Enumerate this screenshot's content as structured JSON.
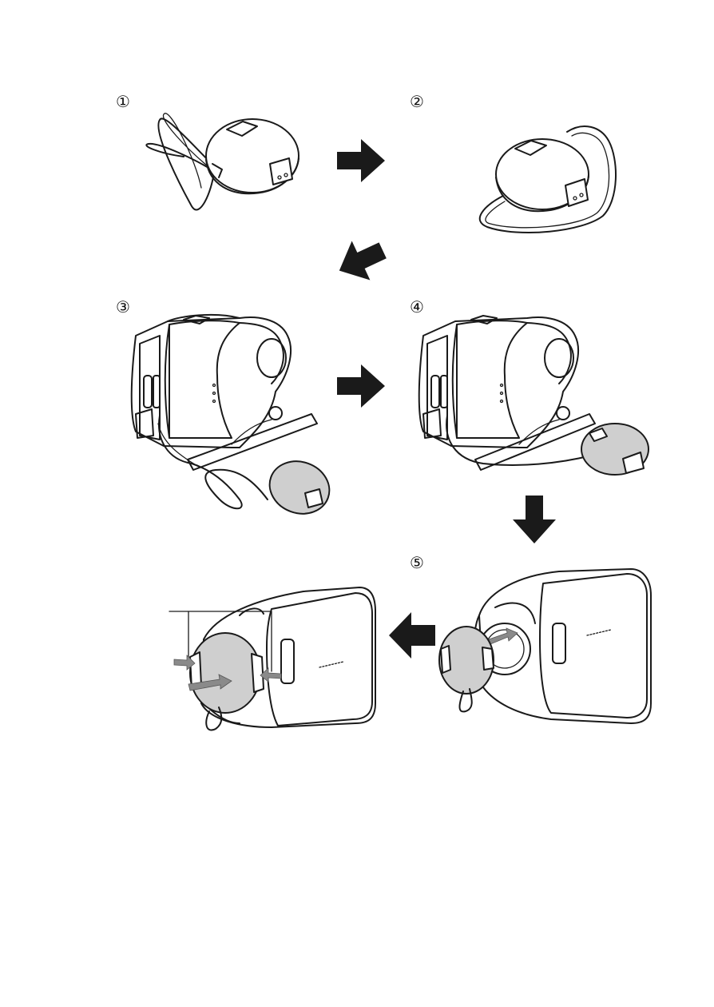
{
  "steps": [
    {
      "label": "①"
    },
    {
      "label": "②"
    },
    {
      "label": "③"
    },
    {
      "label": "④"
    },
    {
      "label": "⑤"
    }
  ],
  "icons": {
    "flow_arrow": "arrow-icon",
    "press_arrow": "press-arrow-icon"
  },
  "colors": {
    "line": "#1a1a1a",
    "cap_fill_grey": "#cfcfcf",
    "press_arrow": "#8a8a8a"
  }
}
